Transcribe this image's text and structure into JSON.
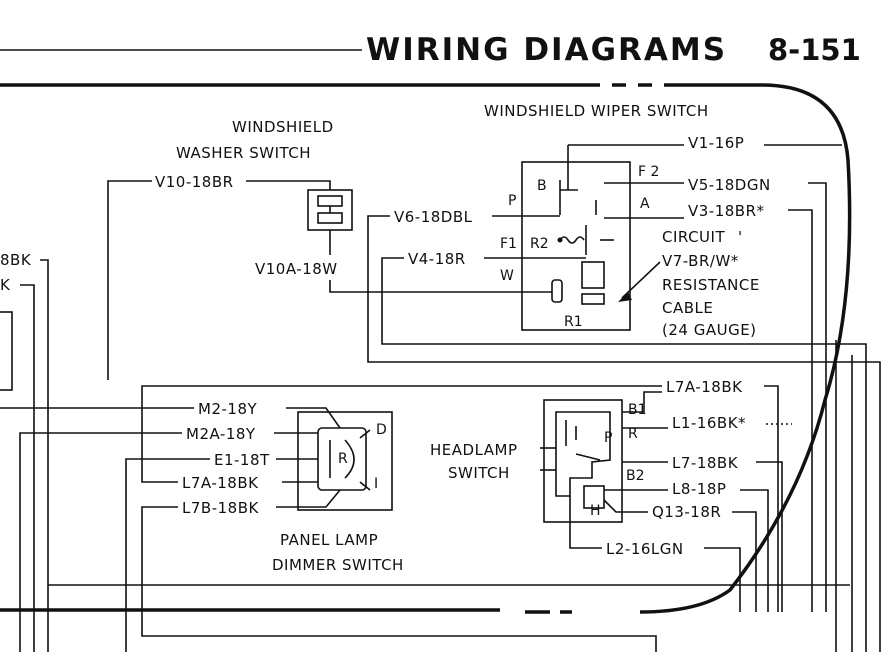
{
  "header": {
    "title": "WIRING DIAGRAMS",
    "page_number": "8-151"
  },
  "components": {
    "washer_switch": {
      "label_line1": "WINDSHIELD",
      "label_line2": "WASHER SWITCH"
    },
    "wiper_switch": {
      "label": "WINDSHIELD WIPER SWITCH",
      "terminals": {
        "b": "B",
        "f2": "F 2",
        "p": "P",
        "a": "A",
        "f1": "F1",
        "r2": "R2",
        "w": "W",
        "r1": "R1"
      }
    },
    "circuit_note": {
      "line1": "CIRCUIT",
      "mark": "'"
    },
    "resistance_note": {
      "line1": "RESISTANCE",
      "line2": "CABLE",
      "line3": "(24 GAUGE)"
    },
    "panel_lamp": {
      "label_line1": "PANEL LAMP",
      "label_line2": "DIMMER SWITCH",
      "terminals": {
        "d": "D",
        "r": "R",
        "i": "I"
      }
    },
    "headlamp": {
      "label_line1": "HEADLAMP",
      "label_line2": "SWITCH",
      "terminals": {
        "b1": "B1",
        "p": "P",
        "r": "R",
        "b2": "B2",
        "h": "H"
      }
    }
  },
  "wires": {
    "v10": "V10-18BR",
    "v10a": "V10A-18W",
    "v6": "V6-18DBL",
    "v4": "V4-18R",
    "v1": "V1-16P",
    "v5": "V5-18DGN",
    "v3": "V3-18BR*",
    "v7": "V7-BR/W*",
    "left_8bk": "8BK",
    "left_k": "K",
    "m2": "M2-18Y",
    "m2a": "M2A-18Y",
    "e1": "E1-18T",
    "l7a_left": "L7A-18BK",
    "l7b": "L7B-18BK",
    "l7a_right": "L7A-18BK",
    "l1": "L1-16BK*",
    "l7": "L7-18BK",
    "l8": "L8-18P",
    "q13": "Q13-18R",
    "l2": "L2-16LGN"
  }
}
